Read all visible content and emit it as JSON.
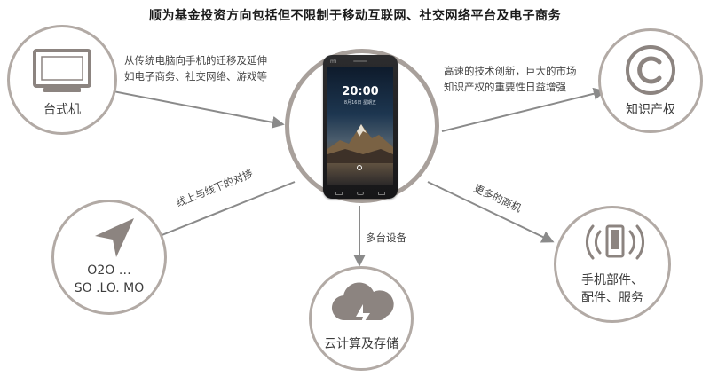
{
  "title": "顺为基金投资方向包括但不限制于移动互联网、社交网络平台及电子商务",
  "nodes": {
    "desktop": {
      "label": "台式机",
      "icon": "monitor-icon"
    },
    "ip": {
      "label": "知识产权",
      "icon": "copyright-icon"
    },
    "o2o": {
      "line1": "O2O  …",
      "line2": "SO .LO. MO",
      "icon": "location-arrow-icon"
    },
    "cloud": {
      "label": "云计算及存储",
      "icon": "cloud-lightning-icon"
    },
    "parts": {
      "line1": "手机部件、",
      "line2": "配件、服务",
      "icon": "phone-signal-icon"
    }
  },
  "edges": {
    "desktop_phone": {
      "line1": "从传统电脑向手机的迁移及延伸",
      "line2": "如电子商务、社交网络、游戏等"
    },
    "phone_ip": {
      "line1": "高速的技术创新，巨大的市场",
      "line2": "知识产权的重要性日益增强"
    },
    "phone_o2o": {
      "text": "线上与线下的对接"
    },
    "phone_cloud": {
      "text": "多台设备"
    },
    "phone_parts": {
      "text": "更多的商机"
    }
  },
  "phone": {
    "brand": "mi",
    "time": "20:00",
    "date": "8月16日 星期五"
  },
  "colors": {
    "ring": "#b2aaa5",
    "arrow": "#8a8a8a",
    "icon": "#8c8480",
    "text": "#3d3d3d"
  }
}
